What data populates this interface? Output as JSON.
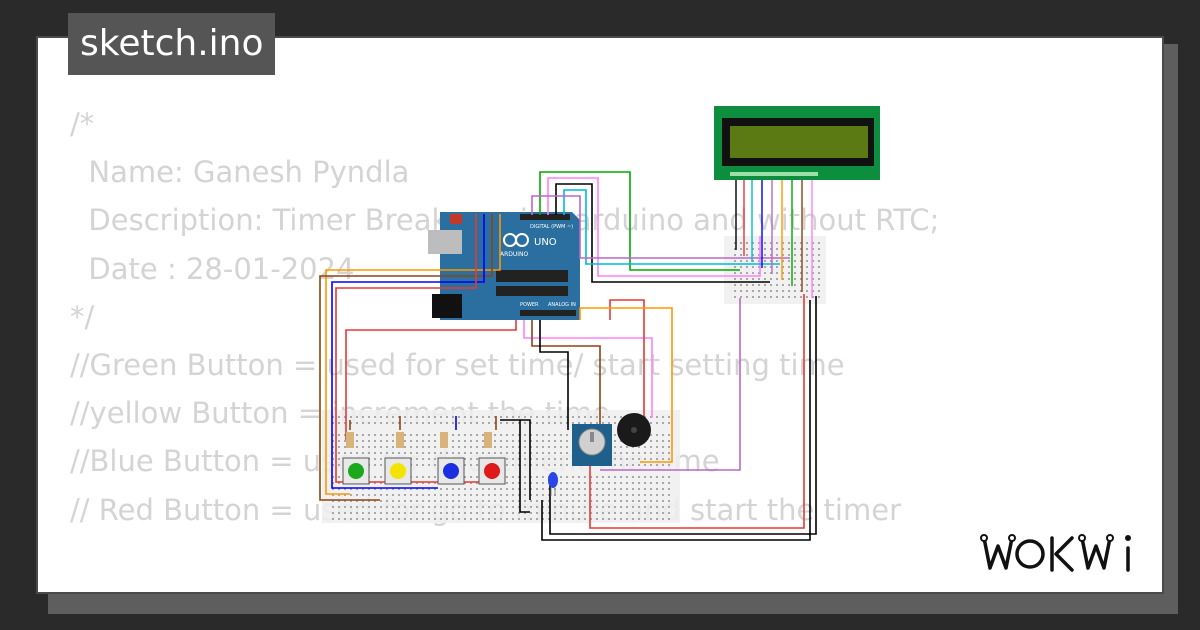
{
  "file_tab": {
    "label": "sketch.ino"
  },
  "code_lines": [
    "/*",
    "  Name: Ganesh Pyndla",
    "  Description: Timer Breaker using arduino and without RTC;",
    "  Date : 28-01-2024",
    "*/",
    "//Green Button = used for set time/ start setting time",
    "//yellow Button = increment the time",
    "//Blue Button = used for decrement the time",
    "// Red Button = used for go to minute and start the timer"
  ],
  "circuit": {
    "arduino": {
      "brand": "ARDUINO",
      "model": "UNO",
      "digital_label": "DIGITAL (PWM ~)",
      "analog_label": "ANALOG IN",
      "power_label": "POWER"
    },
    "lcd": {
      "backlight_color": "#5b7a13",
      "text": ""
    },
    "buttons": [
      {
        "color_name": "green",
        "color": "#1aa81a"
      },
      {
        "color_name": "yellow",
        "color": "#f3e400"
      },
      {
        "color_name": "blue",
        "color": "#1a2fe0"
      },
      {
        "color_name": "red",
        "color": "#e01a1a"
      }
    ],
    "led_color": "#2a46e8",
    "wire_colors": [
      "#000000",
      "#e53935",
      "#ff9800",
      "#8b4513",
      "#0000ff",
      "#00bcd4",
      "#ba68c8",
      "#ff80ff",
      "#808080",
      "#00aa00"
    ]
  },
  "brand": {
    "name": "WOKWI"
  }
}
